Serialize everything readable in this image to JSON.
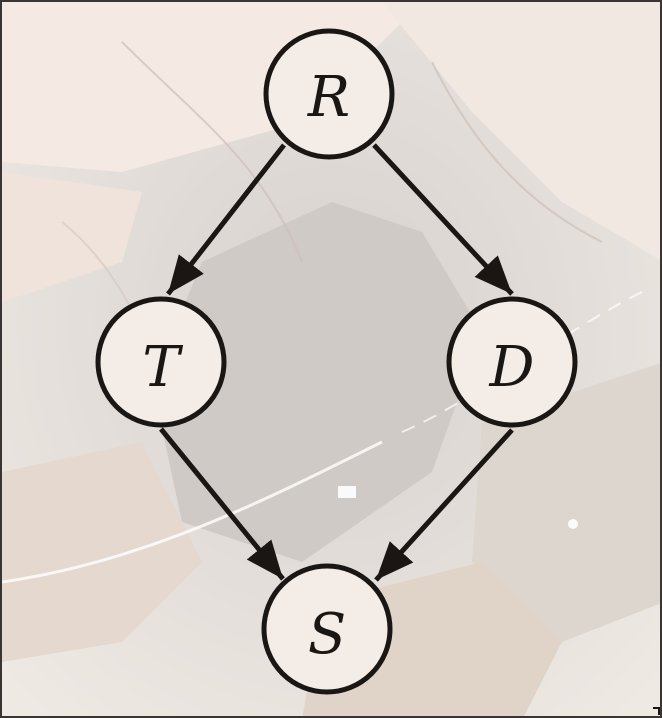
{
  "diagram": {
    "type": "directed-graph",
    "nodes": [
      {
        "id": "R",
        "label": "R"
      },
      {
        "id": "T",
        "label": "T"
      },
      {
        "id": "D",
        "label": "D"
      },
      {
        "id": "S",
        "label": "S"
      }
    ],
    "edges": [
      {
        "from": "R",
        "to": "T"
      },
      {
        "from": "R",
        "to": "D"
      },
      {
        "from": "T",
        "to": "S"
      },
      {
        "from": "D",
        "to": "S"
      }
    ],
    "colors": {
      "stroke": "#1a1614",
      "node_fill": "#f3ece7",
      "background": "#e9e4e0"
    }
  }
}
